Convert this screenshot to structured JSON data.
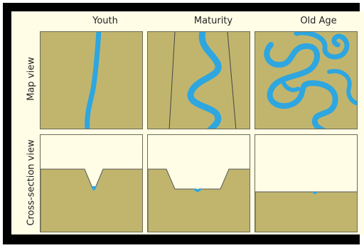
{
  "columns": [
    {
      "label": "Youth"
    },
    {
      "label": "Maturity"
    },
    {
      "label": "Old Age"
    }
  ],
  "rows": [
    {
      "label": "Map view"
    },
    {
      "label": "Cross-section view"
    }
  ],
  "colors": {
    "land": "#c1b56e",
    "water": "#2ea6df",
    "background": "#fffde6",
    "frame": "#000000"
  }
}
